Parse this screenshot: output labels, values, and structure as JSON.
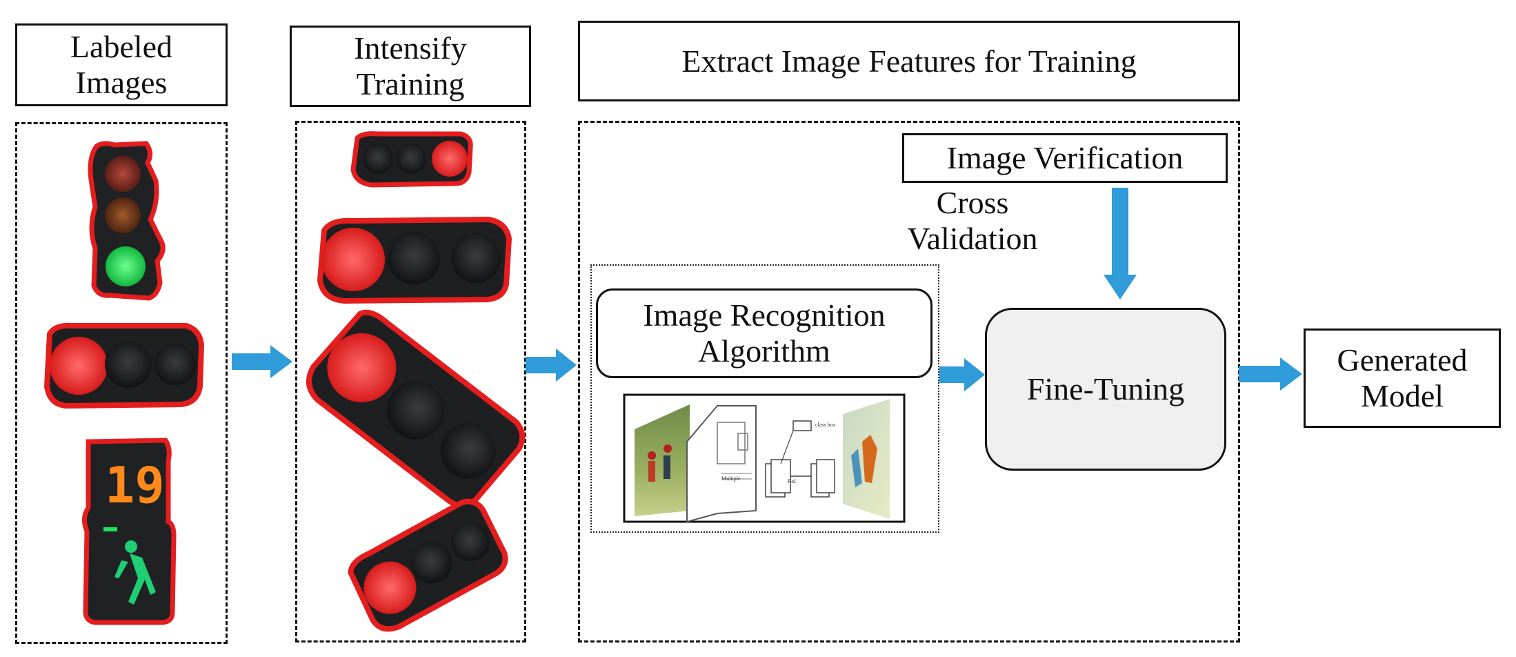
{
  "stages": {
    "labeled_images": "Labeled Images",
    "intensify_training": "Intensify Training",
    "extract_features": "Extract Image Features for Training",
    "image_verification": "Image Verification",
    "cross_validation": "Cross Validation",
    "image_recognition_algorithm": "Image Recognition Algorithm",
    "fine_tuning": "Fine-Tuning",
    "generated_model": "Generated Model"
  },
  "thumbnail": {
    "small_labels": [
      "class box",
      "Multiple",
      "RoI"
    ]
  },
  "colors": {
    "arrow": "#2f9bd8",
    "outline_red": "#e41e1e",
    "light_red": "#ff3b3b",
    "light_green": "#21e35b",
    "light_orange": "#ff8a1a",
    "housing": "#1e2022",
    "finetune_fill": "#efefef"
  }
}
